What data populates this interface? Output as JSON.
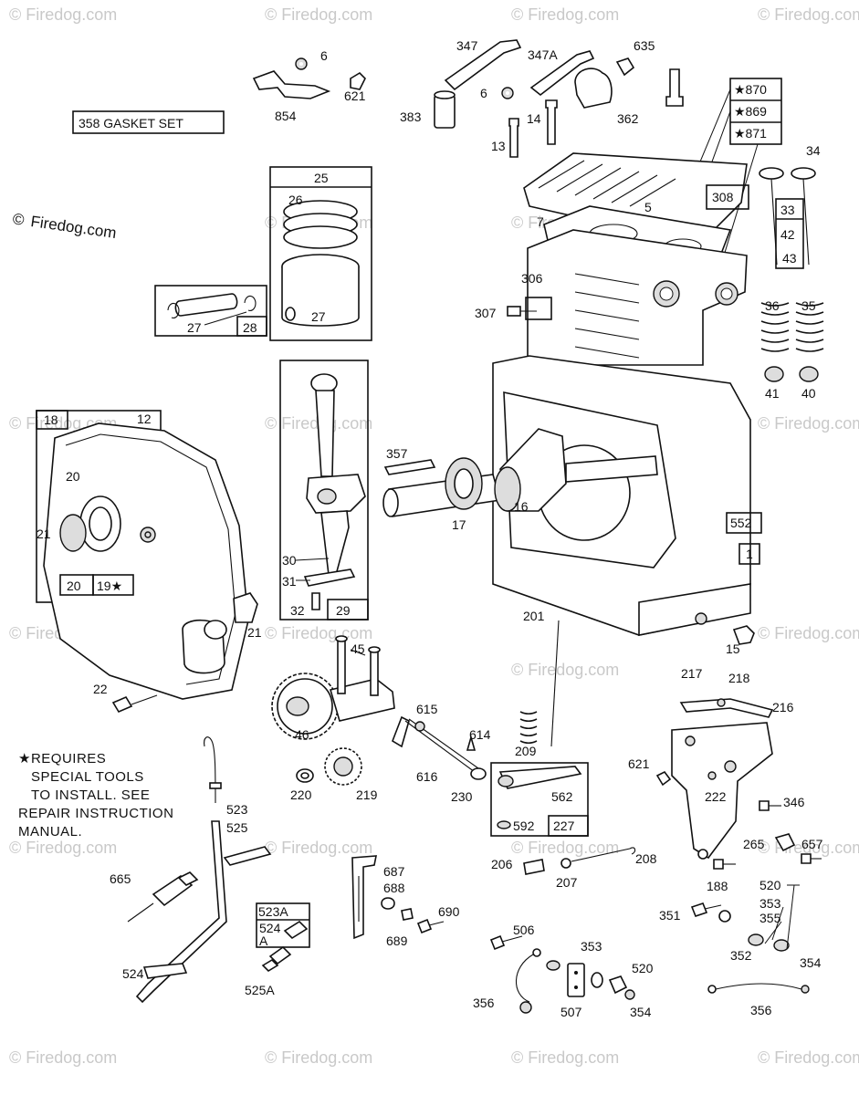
{
  "watermark": "© Firedog.com",
  "watermark_wordmark": "Firedog.com",
  "note_lines": [
    "★REQUIRES",
    "SPECIAL TOOLS",
    "TO INSTALL. SEE",
    "REPAIR INSTRUCTION",
    "MANUAL."
  ],
  "gasket_set": "358 GASKET SET",
  "labels": {
    "l6a": "6",
    "l621a": "621",
    "l854": "854",
    "l347": "347",
    "l347A": "347A",
    "l635": "635",
    "l6b": "6",
    "l383": "383",
    "l14": "14",
    "l362": "362",
    "l13": "13",
    "s870": "★870",
    "s869": "★869",
    "s871": "★871",
    "l25": "25",
    "l26": "26",
    "l27a": "27",
    "l27b": "27",
    "l28": "28",
    "l34": "34",
    "l5": "5",
    "l308": "308",
    "l7": "7",
    "l33": "33",
    "l42": "42",
    "l43": "43",
    "l306": "306",
    "l307": "307",
    "l36": "36",
    "l35": "35",
    "l41": "41",
    "l40": "40",
    "l18": "18",
    "l12": "12",
    "l20a": "20",
    "l20b": "20",
    "l19": "19★",
    "l21a": "21",
    "l21b": "21",
    "l22": "22",
    "l357": "357",
    "l16": "16",
    "l17": "17",
    "l552": "552",
    "l1": "1",
    "l15": "15",
    "l30": "30",
    "l31": "31",
    "l32": "32",
    "l29": "29",
    "l45": "45",
    "l46": "46",
    "l201": "201",
    "l615": "615",
    "l614": "614",
    "l209": "209",
    "l616": "616",
    "l220": "220",
    "l219": "219",
    "l230": "230",
    "l562": "562",
    "l592": "592",
    "l227": "227",
    "l217": "217",
    "l218": "218",
    "l216": "216",
    "l621b": "621",
    "l222": "222",
    "l346": "346",
    "l523": "523",
    "l525": "525",
    "l665": "665",
    "l687": "687",
    "l688": "688",
    "l690": "690",
    "l689": "689",
    "l523A": "523A",
    "l524A": "524",
    "lA": "A",
    "l525A": "525A",
    "l524": "524",
    "l206": "206",
    "l207": "207",
    "l208": "208",
    "l265": "265",
    "l657": "657",
    "l188": "188",
    "l520a": "520",
    "l353a": "353",
    "l355": "355",
    "l351": "351",
    "l352": "352",
    "l354a": "354",
    "l506": "506",
    "l353b": "353",
    "l520b": "520",
    "l356a": "356",
    "l507": "507",
    "l354b": "354",
    "l356b": "356"
  }
}
